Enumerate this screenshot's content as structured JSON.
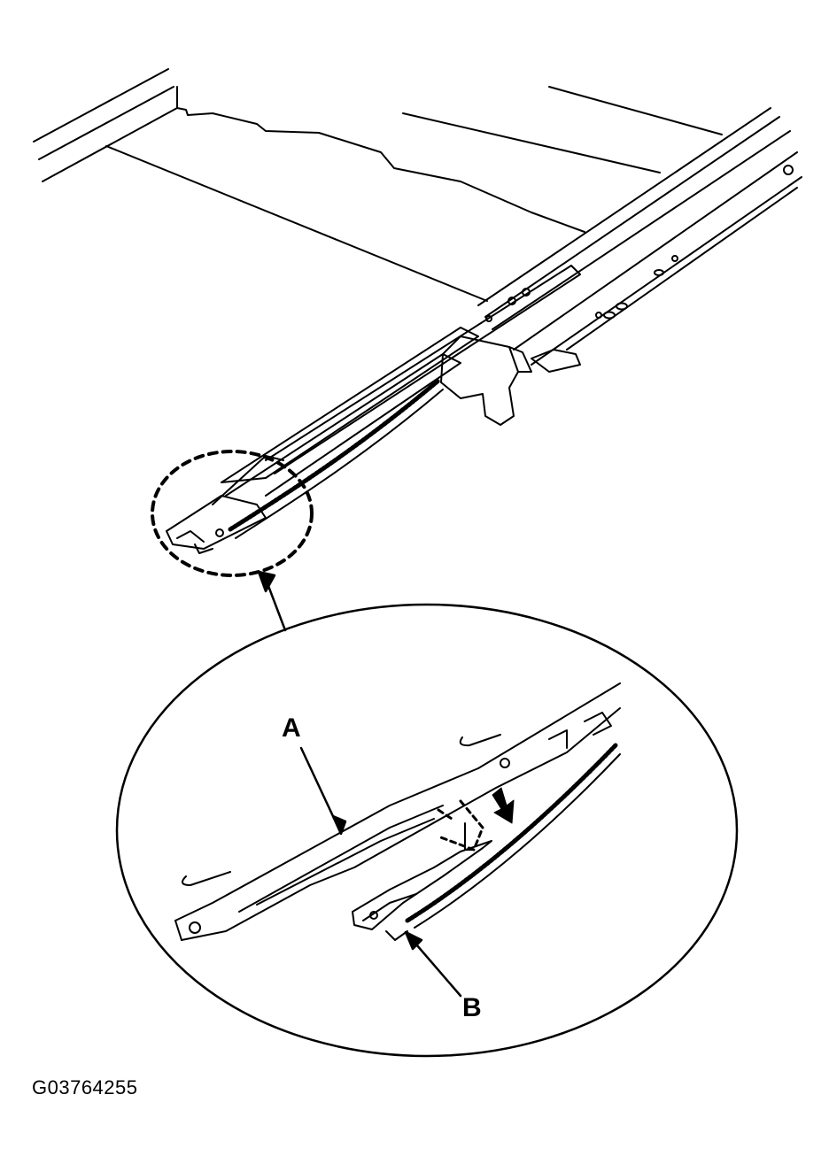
{
  "callouts": {
    "a": "A",
    "b": "B"
  },
  "figure_id": "G03764255",
  "colors": {
    "line": "#000000",
    "background": "#ffffff"
  }
}
